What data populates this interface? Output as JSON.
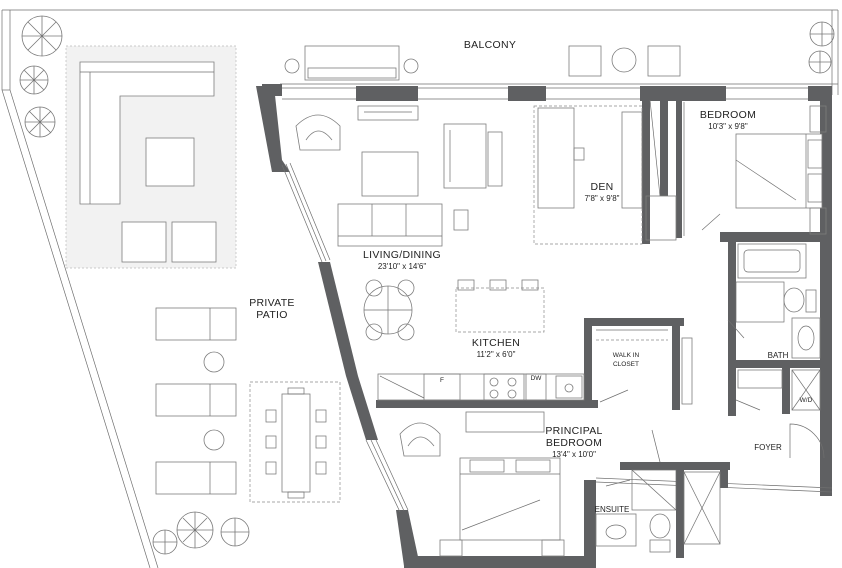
{
  "rooms": {
    "balcony": {
      "name": "BALCONY"
    },
    "bedroom": {
      "name": "BEDROOM",
      "size": "10'3\" x 9'8\""
    },
    "den": {
      "name": "DEN",
      "size": "7'8\" x 9'8\""
    },
    "living": {
      "name": "LIVING/DINING",
      "size": "23'10\" x 14'6\""
    },
    "kitchen": {
      "name": "KITCHEN",
      "size": "11'2\" x 6'0\""
    },
    "walkin": {
      "line1": "WALK IN",
      "line2": "CLOSET"
    },
    "principal": {
      "line1": "PRINCIPAL",
      "line2": "BEDROOM",
      "size": "13'4\" x 10'0\""
    },
    "patio": {
      "line1": "PRIVATE",
      "line2": "PATIO"
    },
    "bath": {
      "name": "BATH"
    },
    "foyer": {
      "name": "FOYER"
    },
    "ensuite": {
      "name": "ENSUITE"
    }
  },
  "appliances": {
    "fridge": "F",
    "dishwasher": "DW",
    "washer_dryer": "W/D"
  },
  "colors": {
    "wall": "#5f6062",
    "furniture_line": "#7d7d7d",
    "background": "#ffffff"
  }
}
